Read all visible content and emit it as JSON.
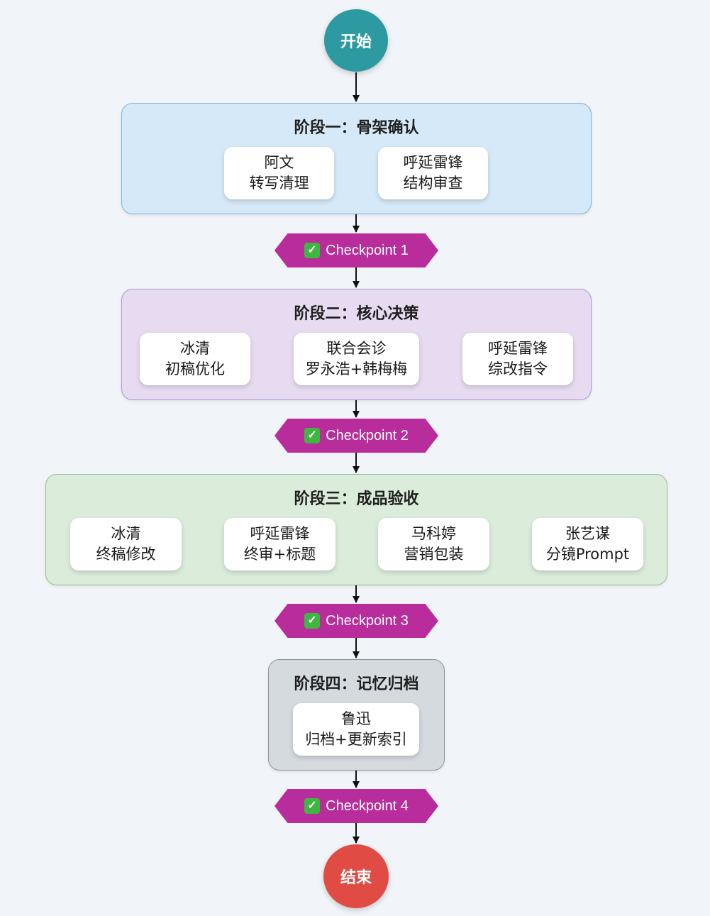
{
  "start": {
    "label": "开始"
  },
  "end": {
    "label": "结束"
  },
  "stages": [
    {
      "title": "阶段一：骨架确认",
      "tasks": [
        {
          "line1": "阿文",
          "line2": "转写清理"
        },
        {
          "line1": "呼延雷锋",
          "line2": "结构审查"
        }
      ]
    },
    {
      "title": "阶段二：核心决策",
      "tasks": [
        {
          "line1": "冰清",
          "line2": "初稿优化"
        },
        {
          "line1": "联合会诊",
          "line2": "罗永浩+韩梅梅"
        },
        {
          "line1": "呼延雷锋",
          "line2": "综改指令"
        }
      ]
    },
    {
      "title": "阶段三：成品验收",
      "tasks": [
        {
          "line1": "冰清",
          "line2": "终稿修改"
        },
        {
          "line1": "呼延雷锋",
          "line2": "终审+标题"
        },
        {
          "line1": "马科婷",
          "line2": "营销包装"
        },
        {
          "line1": "张艺谋",
          "line2": "分镜Prompt"
        }
      ]
    },
    {
      "title": "阶段四：记忆归档",
      "tasks": [
        {
          "line1": "鲁迅",
          "line2": "归档+更新索引"
        }
      ]
    }
  ],
  "checkpoints": [
    {
      "label": "Checkpoint 1",
      "icon": "check-mark-icon"
    },
    {
      "label": "Checkpoint 2",
      "icon": "check-mark-icon"
    },
    {
      "label": "Checkpoint 3",
      "icon": "check-mark-icon"
    },
    {
      "label": "Checkpoint 4",
      "icon": "check-mark-icon"
    }
  ],
  "colors": {
    "start": "#2c9aa0",
    "end": "#e04c44",
    "checkpoint": "#b92c9b",
    "check_icon": "#3fb63f",
    "stage1_fill": "#d5e9f8",
    "stage2_fill": "#e7dbf1",
    "stage3_fill": "#dcecdb",
    "stage4_fill": "#d5dadf"
  }
}
